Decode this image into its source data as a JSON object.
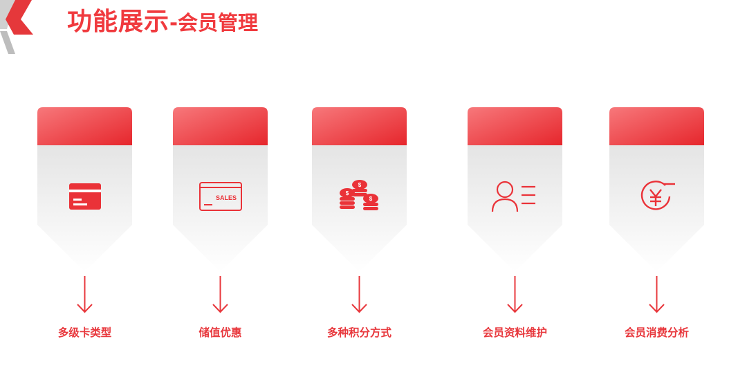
{
  "header": {
    "title_main": "功能展示",
    "title_sub": "-会员管理"
  },
  "colors": {
    "accent": "#f03a3e",
    "card_top_start": "#f46a6e",
    "card_top_end": "#e82c32",
    "card_body_start": "#e9e9e9",
    "card_body_end": "#ffffff",
    "logo_gray": "#c9c9c9"
  },
  "cards": [
    {
      "label": "多级卡类型",
      "icon": "credit-card-icon"
    },
    {
      "label": "储值优惠",
      "icon": "sales-card-icon",
      "icon_text": "SALES"
    },
    {
      "label": "多种积分方式",
      "icon": "coins-icon"
    },
    {
      "label": "会员资料维护",
      "icon": "member-profile-icon"
    },
    {
      "label": "会员消费分析",
      "icon": "yuan-analysis-icon"
    }
  ]
}
